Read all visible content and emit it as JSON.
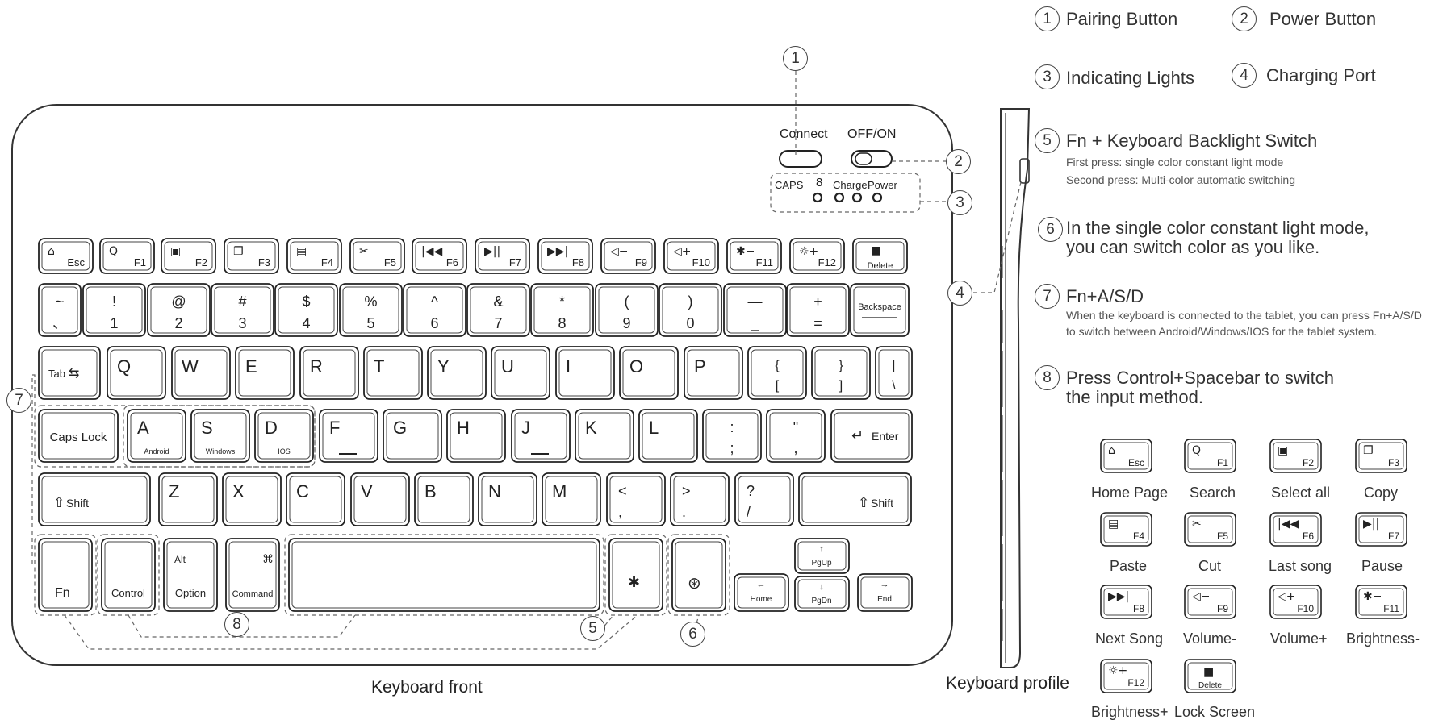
{
  "legend": {
    "items": [
      {
        "num": "1",
        "label": "Pairing Button"
      },
      {
        "num": "2",
        "label": "Power Button"
      },
      {
        "num": "3",
        "label": "Indicating Lights"
      },
      {
        "num": "4",
        "label": "Charging Port"
      }
    ],
    "item5": {
      "num": "5",
      "title": "Fn + Keyboard Backlight Switch",
      "line1": "First press: single color constant light mode",
      "line2": "Second press: Multi-color automatic switching"
    },
    "item6": {
      "num": "6",
      "line1": "In the single color constant light mode,",
      "line2": "you can switch color as you like."
    },
    "item7": {
      "num": "7",
      "title": "Fn+A/S/D",
      "line1": "When the keyboard is connected to the tablet, you can press Fn+A/S/D",
      "line2": "to switch between Android/Windows/IOS for the tablet system."
    },
    "item8": {
      "num": "8",
      "line1": "Press Control+Spacebar to switch",
      "line2": "the input method."
    }
  },
  "captions": {
    "front": "Keyboard front",
    "profile": "Keyboard profile"
  },
  "top_panel": {
    "connect": "Connect",
    "offon": "OFF/ON",
    "caps": "CAPS",
    "num_lock_glyph": "8",
    "charge": "Charge",
    "power": "Power"
  },
  "callouts": [
    "1",
    "2",
    "3",
    "4",
    "5",
    "6",
    "7",
    "8"
  ],
  "fn_row": [
    {
      "icon": "home",
      "label": "Esc"
    },
    {
      "icon": "search",
      "label": "F1"
    },
    {
      "icon": "select",
      "label": "F2"
    },
    {
      "icon": "copy",
      "label": "F3"
    },
    {
      "icon": "paste",
      "label": "F4"
    },
    {
      "icon": "cut",
      "label": "F5"
    },
    {
      "icon": "prev",
      "label": "F6"
    },
    {
      "icon": "play",
      "label": "F7"
    },
    {
      "icon": "next",
      "label": "F8"
    },
    {
      "icon": "voldown",
      "label": "F9"
    },
    {
      "icon": "volup",
      "label": "F10"
    },
    {
      "icon": "brightdown",
      "label": "F11"
    },
    {
      "icon": "brightup",
      "label": "F12"
    },
    {
      "icon": "lock",
      "label": "Delete"
    }
  ],
  "number_row": [
    {
      "top": "~",
      "bottom": "、"
    },
    {
      "top": "!",
      "bottom": "1"
    },
    {
      "top": "@",
      "bottom": "2"
    },
    {
      "top": "#",
      "bottom": "3"
    },
    {
      "top": "$",
      "bottom": "4"
    },
    {
      "top": "%",
      "bottom": "5"
    },
    {
      "top": "^",
      "bottom": "6"
    },
    {
      "top": "&",
      "bottom": "7"
    },
    {
      "top": "*",
      "bottom": "8"
    },
    {
      "top": "(",
      "bottom": "9"
    },
    {
      "top": ")",
      "bottom": "0"
    },
    {
      "top": "—",
      "bottom": "_"
    },
    {
      "top": "+",
      "bottom": "="
    },
    {
      "top": "Backspace",
      "bottom": ""
    }
  ],
  "tab_row": {
    "tab": "Tab",
    "letters": [
      "Q",
      "W",
      "E",
      "R",
      "T",
      "Y",
      "U",
      "I",
      "O",
      "P"
    ],
    "brackets": [
      {
        "top": "{",
        "bottom": "["
      },
      {
        "top": "}",
        "bottom": "]"
      },
      {
        "top": "|",
        "bottom": "\\"
      }
    ]
  },
  "home_row": {
    "caps": "Caps Lock",
    "letters": [
      {
        "k": "A",
        "sub": "Android"
      },
      {
        "k": "S",
        "sub": "Windows"
      },
      {
        "k": "D",
        "sub": "IOS"
      },
      {
        "k": "F",
        "sub": ""
      },
      {
        "k": "G",
        "sub": ""
      },
      {
        "k": "H",
        "sub": ""
      },
      {
        "k": "J",
        "sub": ""
      },
      {
        "k": "K",
        "sub": ""
      },
      {
        "k": "L",
        "sub": ""
      }
    ],
    "punct": [
      {
        "top": ":",
        "bottom": ";"
      },
      {
        "top": "\"",
        "bottom": ","
      }
    ],
    "enter": "Enter"
  },
  "shift_row": {
    "shift": "Shift",
    "letters": [
      "Z",
      "X",
      "C",
      "V",
      "B",
      "N",
      "M"
    ],
    "punct": [
      {
        "top": "<",
        "bottom": ","
      },
      {
        "top": ">",
        "bottom": "."
      },
      {
        "top": "?",
        "bottom": "/"
      }
    ]
  },
  "bottom_row": {
    "fn": "Fn",
    "control": "Control",
    "alt": "Alt",
    "option": "Option",
    "cmd": "⌘",
    "command": "Command",
    "home": "Home",
    "pgup": "PgUp",
    "pgdn": "PgDn",
    "end": "End"
  },
  "legend_keys": [
    {
      "icon": "home",
      "key": "Esc",
      "caption": "Home Page"
    },
    {
      "icon": "search",
      "key": "F1",
      "caption": "Search"
    },
    {
      "icon": "select",
      "key": "F2",
      "caption": "Select all"
    },
    {
      "icon": "copy",
      "key": "F3",
      "caption": "Copy"
    },
    {
      "icon": "paste",
      "key": "F4",
      "caption": "Paste"
    },
    {
      "icon": "cut",
      "key": "F5",
      "caption": "Cut"
    },
    {
      "icon": "prev",
      "key": "F6",
      "caption": "Last song"
    },
    {
      "icon": "play",
      "key": "F7",
      "caption": "Pause"
    },
    {
      "icon": "next",
      "key": "F8",
      "caption": "Next Song"
    },
    {
      "icon": "voldown",
      "key": "F9",
      "caption": "Volume-"
    },
    {
      "icon": "volup",
      "key": "F10",
      "caption": "Volume+"
    },
    {
      "icon": "brightdown",
      "key": "F11",
      "caption": "Brightness-"
    },
    {
      "icon": "brightup",
      "key": "F12",
      "caption": "Brightness+"
    },
    {
      "icon": "lock",
      "key": "Delete",
      "caption": "Lock Screen"
    }
  ]
}
